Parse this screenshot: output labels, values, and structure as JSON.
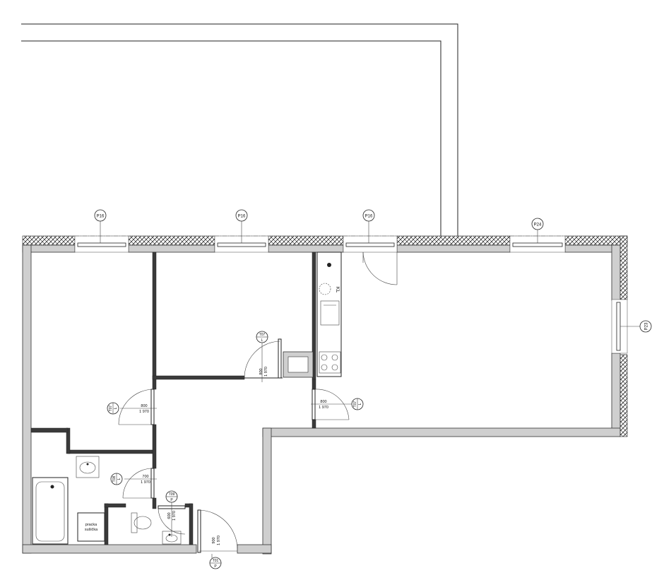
{
  "windows": [
    {
      "id": "w1",
      "label": "P16"
    },
    {
      "id": "w2",
      "label": "P16"
    },
    {
      "id": "w3",
      "label": "P16"
    },
    {
      "id": "w4",
      "label": "P24"
    },
    {
      "id": "w5",
      "label": "P23"
    }
  ],
  "doors": [
    {
      "id": "d1",
      "tag": "T01",
      "tag_sub": "P",
      "width": "900",
      "height": "1 970"
    },
    {
      "id": "d2",
      "tag": "T07",
      "tag_sub": "L",
      "width": "800",
      "height": "1 970"
    },
    {
      "id": "d3",
      "tag": "T07",
      "tag_sub": "L",
      "width": "800",
      "height": "1 970"
    },
    {
      "id": "d4",
      "tag": "T07",
      "tag_sub": "L",
      "width": "800",
      "height": "1 970"
    },
    {
      "id": "d5",
      "tag": "T08",
      "tag_sub": "L",
      "width": "700",
      "height": "1 970"
    },
    {
      "id": "d6",
      "tag": "T09",
      "tag_sub": "P",
      "width": "600",
      "height": "1 970"
    }
  ],
  "fixtures": {
    "washer_label_1": "pracka",
    "washer_label_2": "sušička",
    "fridge_label": "KL"
  }
}
